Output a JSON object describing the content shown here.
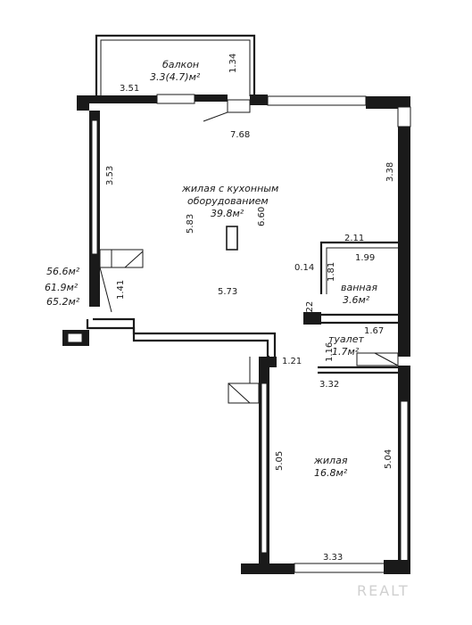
{
  "rooms": {
    "balcony": {
      "name": "балкон",
      "area": "3.3(4.7)м²"
    },
    "living_kitchen": {
      "name_line1": "жилая с кухонным",
      "name_line2": "оборудованием",
      "area": "39.8м²"
    },
    "bathroom": {
      "name": "ванная",
      "area": "3.6м²"
    },
    "toilet": {
      "name": "туалет",
      "area": "1.7м²"
    },
    "bedroom": {
      "name": "жилая",
      "area": "16.8м²"
    }
  },
  "totals": [
    "56.6м²",
    "61.9м²",
    "65.2м²"
  ],
  "dimensions": {
    "balcony_width": "3.51",
    "balcony_depth": "1.34",
    "top_wall": "7.68",
    "left_upper": "3.53",
    "living_height": "5.83",
    "living_depth": "6.60",
    "right_upper": "3.38",
    "bath_top": "2.11",
    "bath_inner": "1.99",
    "bath_small": "0.14",
    "bath_side": "1.81",
    "left_lower": "1.41",
    "living_width": "5.73",
    "bath_height": "3.22",
    "toilet_top": "1.67",
    "toilet_side": "1.16",
    "corridor": "1.21",
    "toilet_bottom": "3.32",
    "bedroom_left": "5.05",
    "bedroom_right": "5.04",
    "bedroom_bottom": "3.33"
  },
  "watermark": "REALT"
}
